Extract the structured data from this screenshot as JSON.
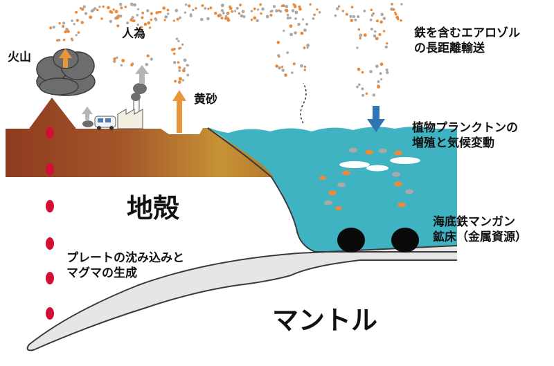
{
  "labels": {
    "volcano": "火山",
    "anthropogenic": "人為",
    "yellow_sand": "黄砂",
    "aerosol_line1": "鉄を含むエアロゾル",
    "aerosol_line2": "の長距離輸送",
    "plankton_line1": "植物プランクトンの",
    "plankton_line2": "増殖と気候変動",
    "nodules_line1": "海底鉄マンガン",
    "nodules_line2": "鉱床（金属資源）",
    "crust": "地殻",
    "subduction_line1": "プレートの沈み込みと",
    "subduction_line2": "マグマの生成",
    "mantle": "マントル"
  },
  "colors": {
    "ocean": "#3fb3c2",
    "crust_left": "#8e3b1f",
    "crust_right": "#c79235",
    "plate": "#e5e5e5",
    "magma": "#d40f35",
    "dust_orange": "#ea8a3c",
    "dust_gray": "#a9a9a9",
    "arrow_orange": "#e8963a",
    "arrow_gray": "#b5b5b5",
    "arrow_blue": "#2f74b3",
    "smoke": "#6d6d6d",
    "nodule": "#0a0a0a"
  }
}
